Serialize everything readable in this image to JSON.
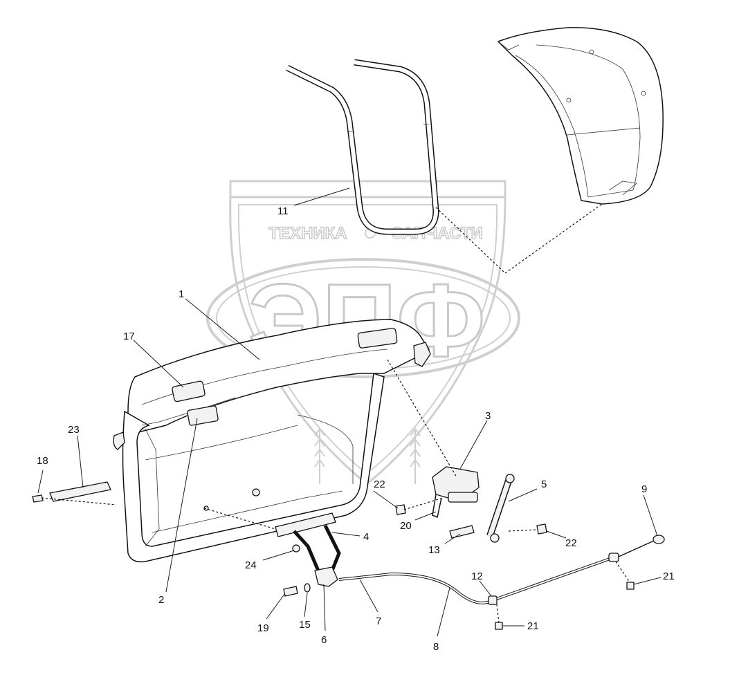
{
  "watermark": {
    "top_left": "ТЕХНИКА",
    "top_right": "ЗАПЧАСТИ",
    "big": "ЭПФ"
  },
  "callouts": [
    {
      "id": "c1",
      "text": "1"
    },
    {
      "id": "c2",
      "text": "2"
    },
    {
      "id": "c3",
      "text": "3"
    },
    {
      "id": "c4",
      "text": "4"
    },
    {
      "id": "c5",
      "text": "5"
    },
    {
      "id": "c6",
      "text": "6"
    },
    {
      "id": "c7",
      "text": "7"
    },
    {
      "id": "c8",
      "text": "8"
    },
    {
      "id": "c9",
      "text": "9"
    },
    {
      "id": "c11",
      "text": "11"
    },
    {
      "id": "c12",
      "text": "12"
    },
    {
      "id": "c13",
      "text": "13"
    },
    {
      "id": "c15",
      "text": "15"
    },
    {
      "id": "c17",
      "text": "17"
    },
    {
      "id": "c18",
      "text": "18"
    },
    {
      "id": "c19",
      "text": "19"
    },
    {
      "id": "c20",
      "text": "20"
    },
    {
      "id": "c21a",
      "text": "21"
    },
    {
      "id": "c21b",
      "text": "21"
    },
    {
      "id": "c22a",
      "text": "22"
    },
    {
      "id": "c22b",
      "text": "22"
    },
    {
      "id": "c23",
      "text": "23"
    },
    {
      "id": "c24",
      "text": "24"
    }
  ]
}
